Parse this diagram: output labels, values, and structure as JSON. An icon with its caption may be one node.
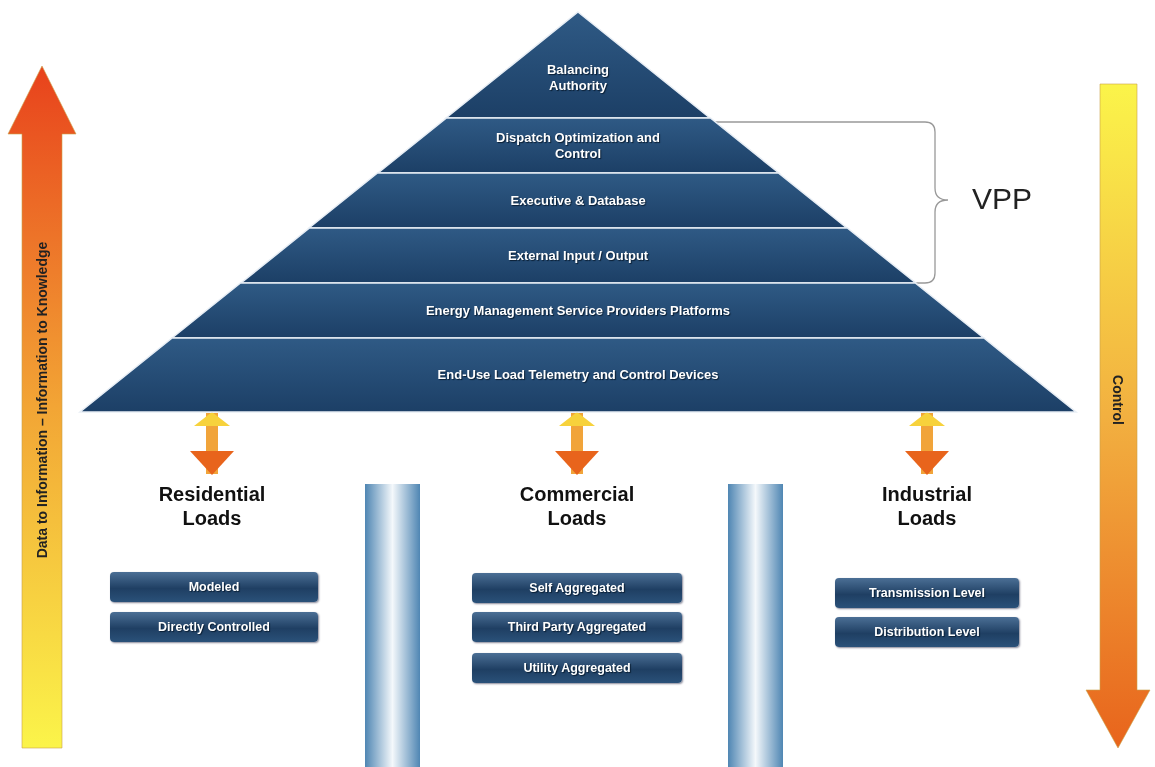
{
  "diagram": {
    "nodes": [
      {
        "text": [
          "Balancing Authority"
        ]
      },
      {
        "text": [
          "Dispatch Optimization and Control"
        ]
      },
      {
        "text": [
          "Executive & Database"
        ]
      },
      {
        "text": [
          "External Input / Output"
        ]
      },
      {
        "text": [
          "Energy Management Service Providers Platforms"
        ]
      },
      {
        "text": [
          "End-Use Load Telemetry and Control Devices"
        ]
      },
      {
        "text": [
          "Residential Loads"
        ]
      },
      {
        "text": [
          "Modeled"
        ]
      },
      {
        "text": [
          "Directly Controlled"
        ]
      },
      {
        "text": [
          "Commercial Loads"
        ]
      },
      {
        "text": [
          "Self Aggregated"
        ]
      },
      {
        "text": [
          "Third Party Aggregated"
        ]
      },
      {
        "text": [
          "Utility Aggregated"
        ]
      },
      {
        "text": [
          "Industrial Loads"
        ]
      },
      {
        "text": [
          "Transmission Level"
        ]
      },
      {
        "text": [
          "Distribution Level"
        ]
      },
      {
        "text": [],
        "shape": "bar"
      },
      {
        "text": [],
        "shape": "bar"
      }
    ],
    "edges": [
      {
        "from": 5,
        "to": 6,
        "arrow": "both"
      },
      {
        "from": 5,
        "to": 9,
        "arrow": "both"
      },
      {
        "from": 5,
        "to": 13,
        "arrow": "both"
      }
    ],
    "labels": [
      "VPP",
      "Data to Information – Information to Knowledge",
      "Control"
    ]
  }
}
